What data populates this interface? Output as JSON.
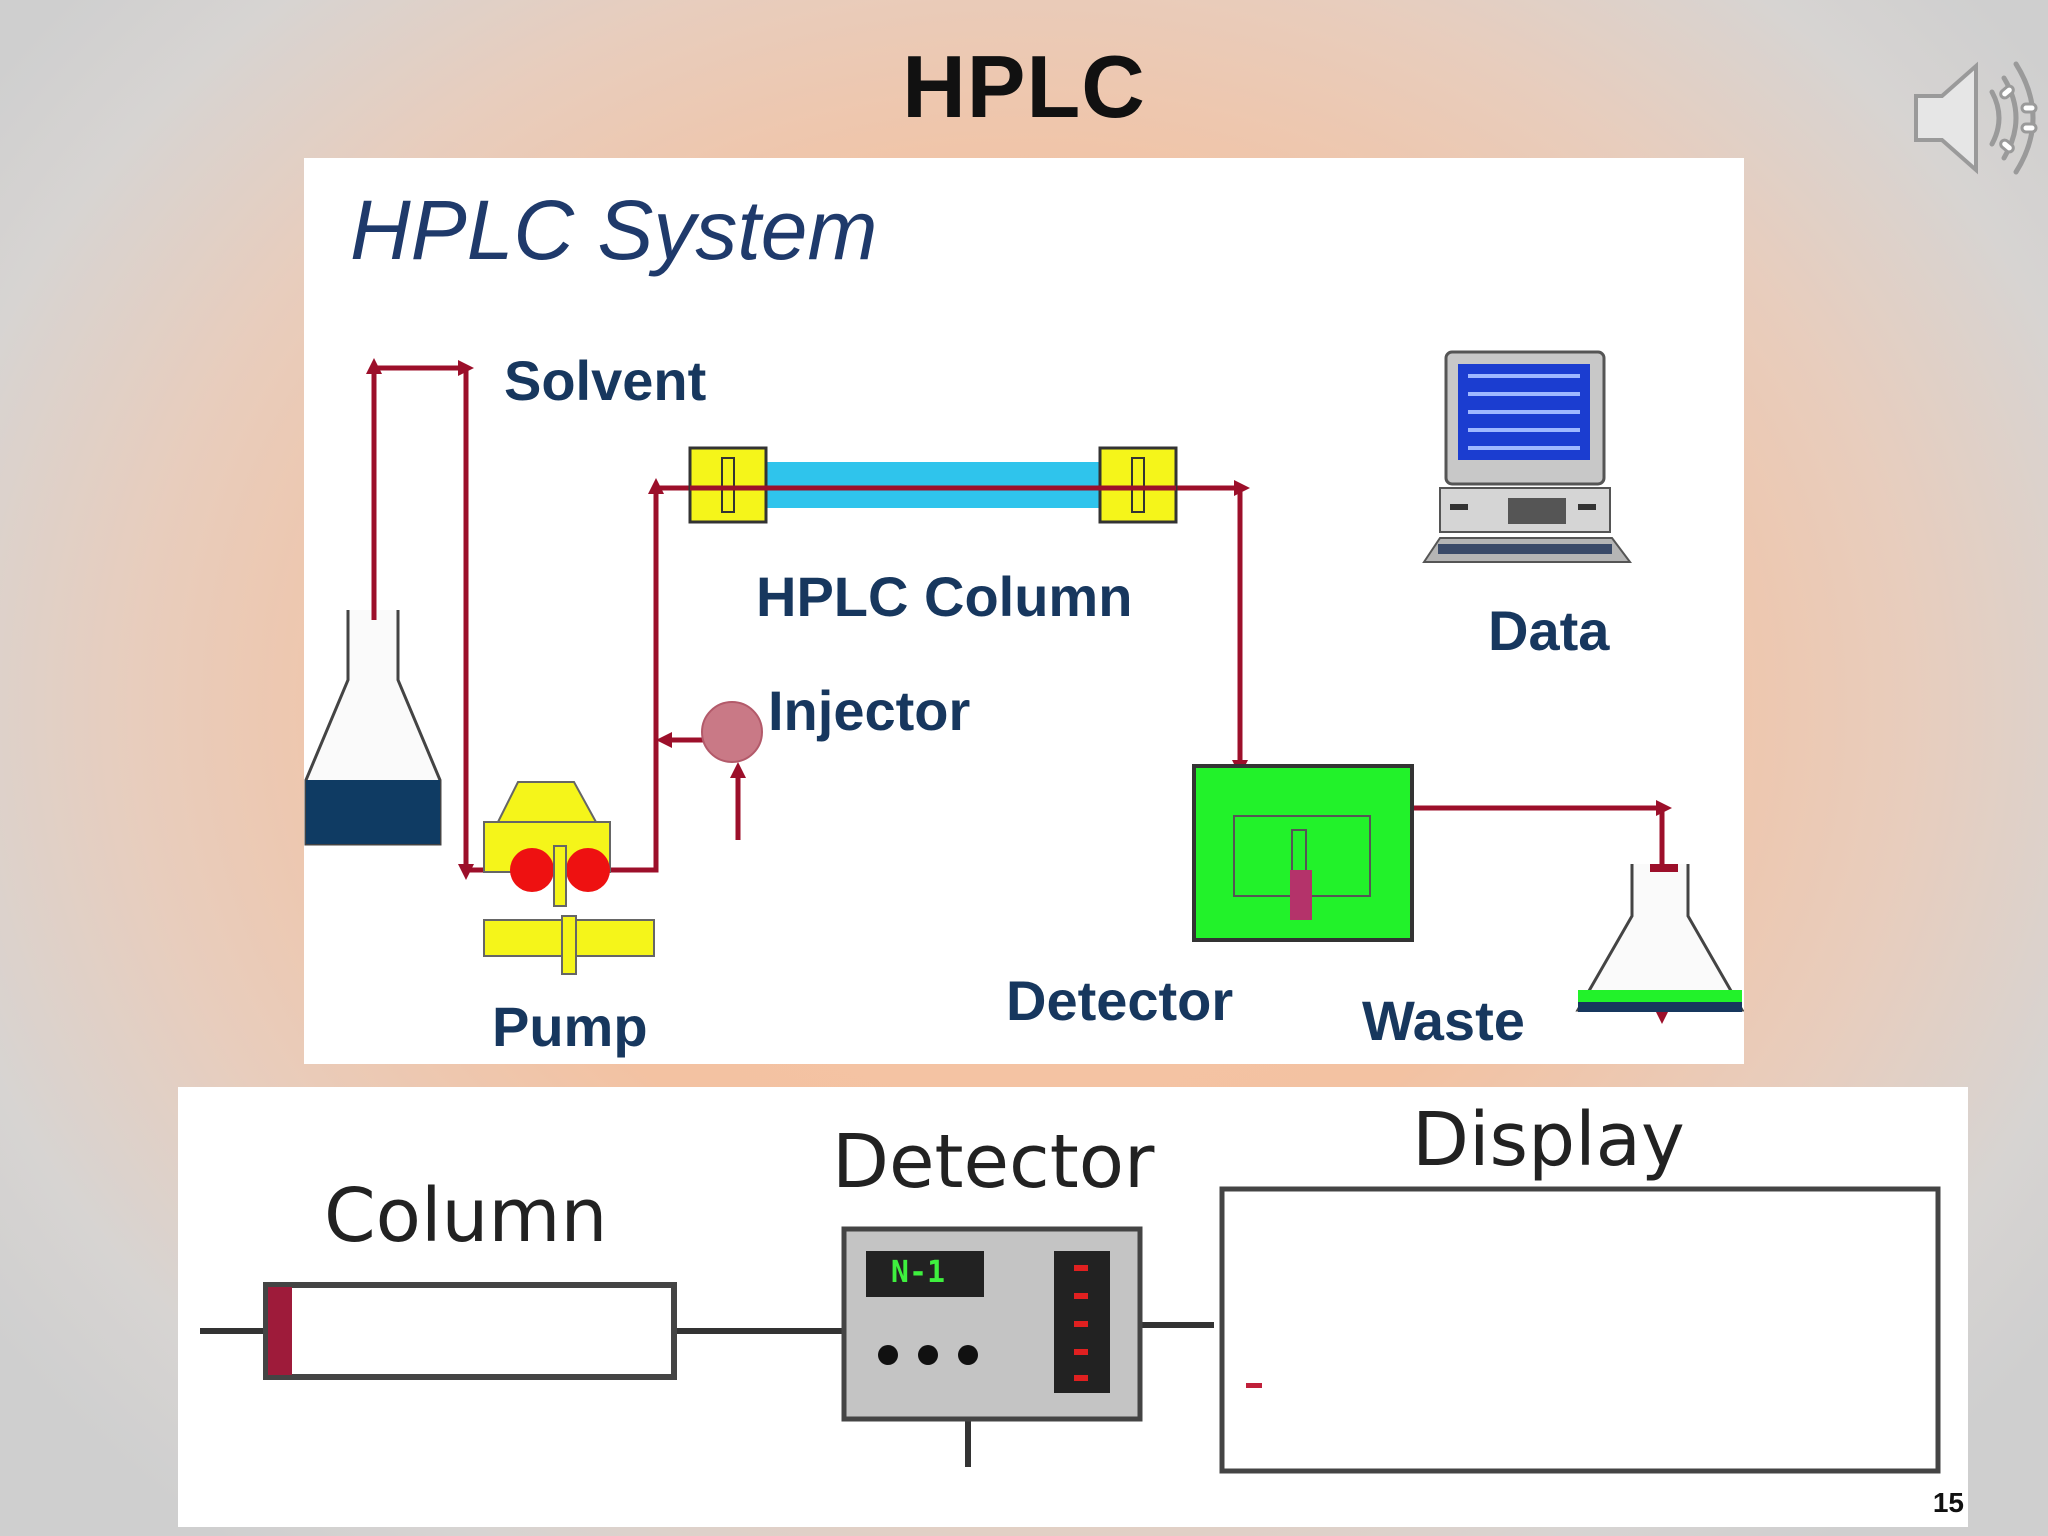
{
  "slide": {
    "title": "HPLC",
    "page_number": "15"
  },
  "top_diagram": {
    "title": "HPLC System",
    "labels": {
      "solvent": "Solvent",
      "hplc_column": "HPLC Column",
      "injector": "Injector",
      "pump": "Pump",
      "detector": "Detector",
      "data": "Data",
      "waste": "Waste"
    }
  },
  "bottom_diagram": {
    "labels": {
      "column": "Column",
      "detector": "Detector",
      "display": "Display"
    },
    "detector_readout": "N-1"
  },
  "icons": [
    "speaker-icon",
    "computer-icon",
    "flask-icon",
    "pump-icon"
  ]
}
